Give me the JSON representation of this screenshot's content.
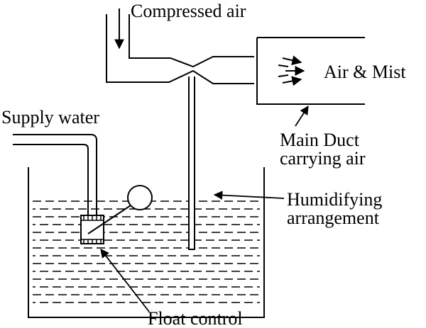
{
  "labels": {
    "compressed_air": "Compressed air",
    "air_mist": "Air & Mist",
    "main_duct_line1": "Main Duct",
    "main_duct_line2": "carrying air",
    "supply_water": "Supply water",
    "humidifying_line1": "Humidifying",
    "humidifying_line2": "arrangement",
    "float_control": "Float control"
  },
  "colors": {
    "stroke": "#000000",
    "background": "#ffffff"
  }
}
